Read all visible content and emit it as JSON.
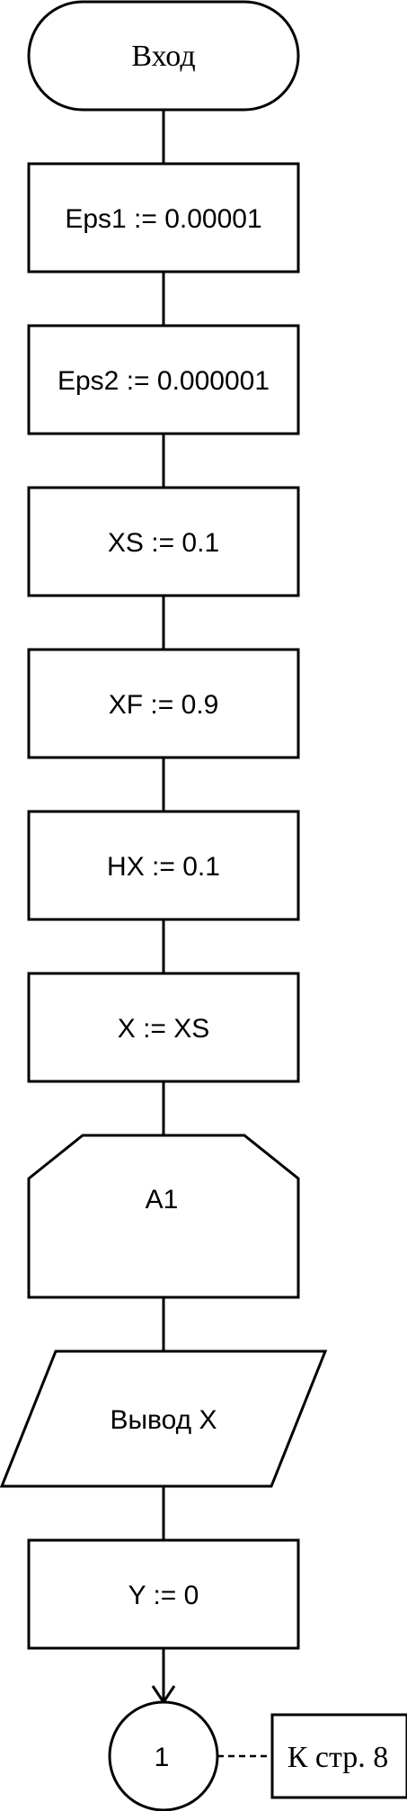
{
  "flowchart": {
    "start": "Вход",
    "steps": [
      "Eps1 := 0.00001",
      "Eps2 := 0.000001",
      "XS := 0.1",
      "XF := 0.9",
      "HX := 0.1",
      "X := XS"
    ],
    "loop_start": "A1",
    "output": "Вывод X",
    "assign_y": "Y := 0",
    "connector": "1",
    "page_ref": "К стр. 8"
  }
}
